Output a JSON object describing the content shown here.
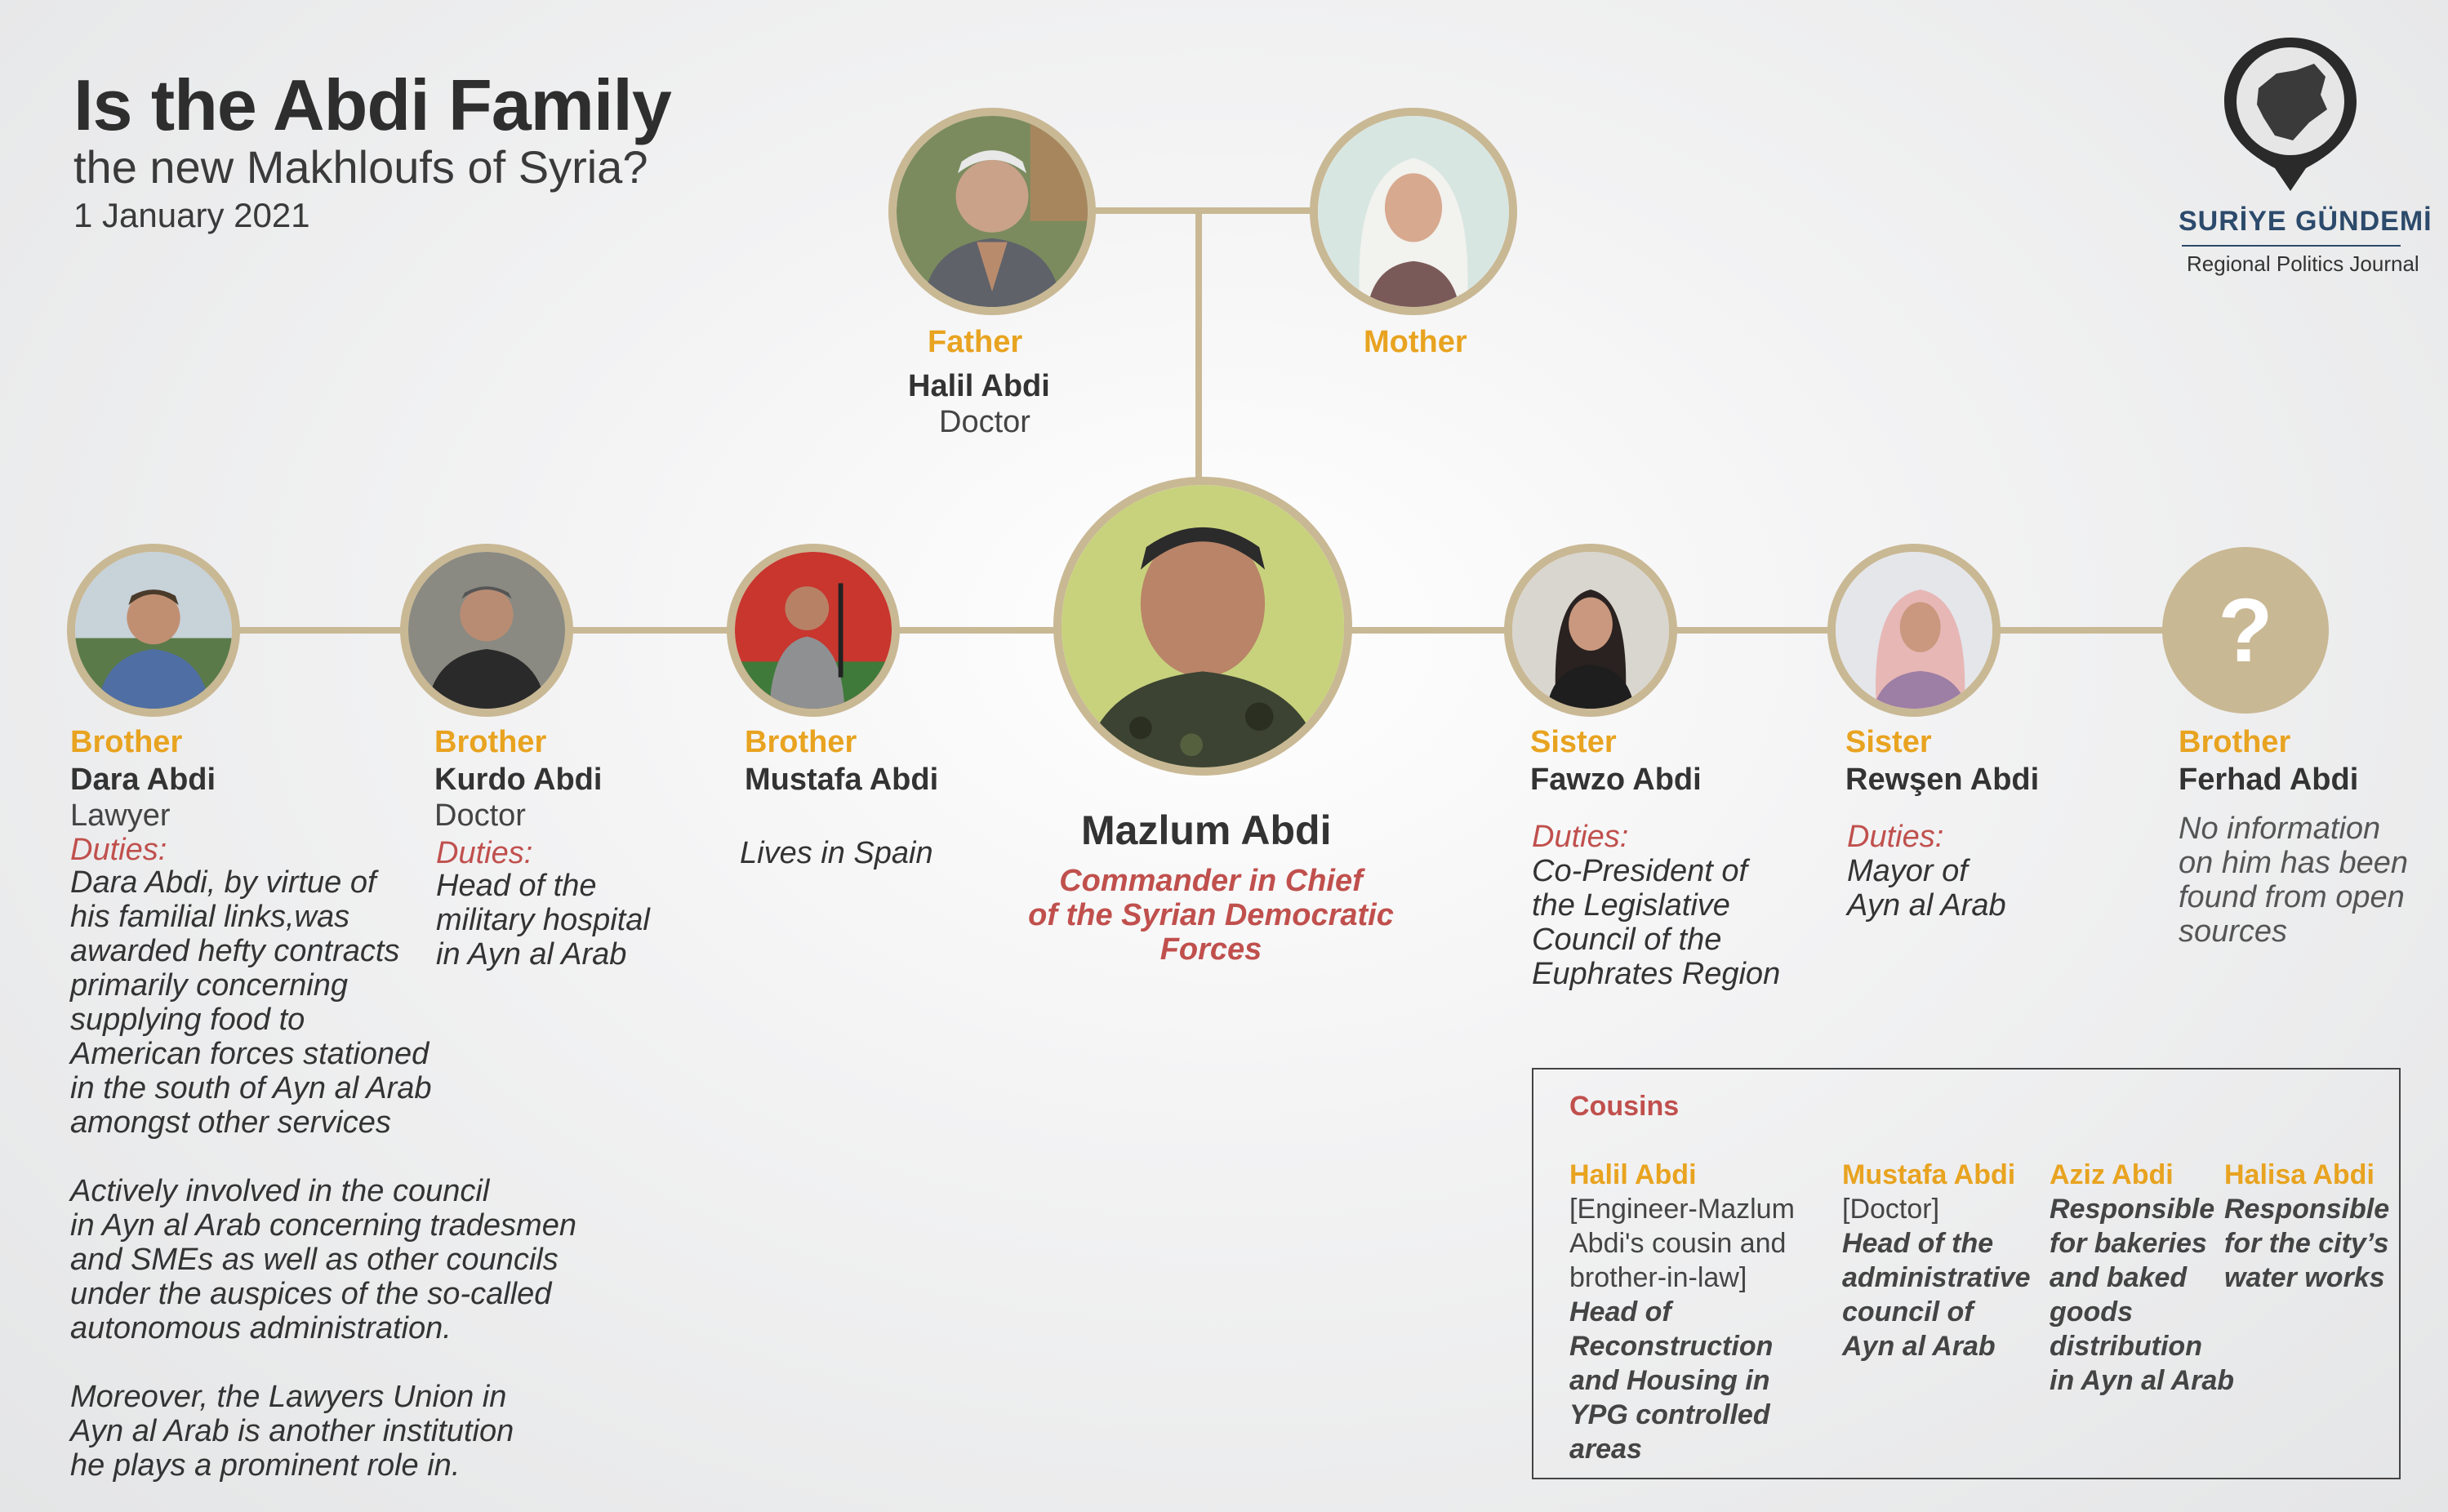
{
  "header": {
    "title": "Is the Abdi Family",
    "subtitle": "the new Makhloufs of Syria?",
    "date": "1 January 2021"
  },
  "logo": {
    "name": "SURİYE GÜNDEMİ",
    "tagline": "Regional Politics Journal"
  },
  "colors": {
    "accent_gold": "#e8a320",
    "accent_red": "#c0504d",
    "connector": "#c9b894"
  },
  "father": {
    "role": "Father",
    "name": "Halil Abdi",
    "job": "Doctor"
  },
  "mother": {
    "role": "Mother"
  },
  "center": {
    "name": "Mazlum Abdi",
    "role": "Commander in Chief\nof the Syrian Democratic\nForces"
  },
  "siblings": {
    "dara": {
      "role": "Brother",
      "name": "Dara Abdi",
      "job": "Lawyer",
      "duties_label": "Duties:",
      "text": "Dara Abdi, by virtue of\nhis familial links,was\nawarded hefty contracts\nprimarily concerning\nsupplying food to\nAmerican forces stationed\nin the south of Ayn al Arab\namongst other services\n\nActively involved in the council\nin Ayn al Arab concerning tradesmen\nand SMEs as well as other councils\nunder the auspices of the so-called\nautonomous administration.\n\nMoreover, the Lawyers Union in\nAyn al Arab is another institution\nhe plays a prominent role in."
    },
    "kurdo": {
      "role": "Brother",
      "name": "Kurdo Abdi",
      "job": "Doctor",
      "duties_label": "Duties:",
      "text": "Head of the\nmilitary hospital\nin Ayn al Arab"
    },
    "mustafa": {
      "role": "Brother",
      "name": "Mustafa Abdi",
      "text": "Lives in Spain"
    },
    "fawzo": {
      "role": "Sister",
      "name": "Fawzo Abdi",
      "duties_label": "Duties:",
      "text": "Co-President of\nthe Legislative\nCouncil of the\nEuphrates Region"
    },
    "rewsen": {
      "role": "Sister",
      "name": "Rewşen Abdi",
      "duties_label": "Duties:",
      "text": "Mayor of\nAyn al Arab"
    },
    "ferhad": {
      "role": "Brother",
      "name": "Ferhad Abdi",
      "unknown_mark": "?",
      "text": "No information\non him has been\nfound from open\nsources"
    }
  },
  "cousins": {
    "heading": "Cousins",
    "items": [
      {
        "name": "Halil Abdi",
        "note": "[Engineer-Mazlum\nAbdi's cousin and\nbrother-in-law]",
        "duty": "Head of\nReconstruction\nand Housing in\nYPG controlled\nareas"
      },
      {
        "name": "Mustafa Abdi",
        "note": "[Doctor]",
        "duty": "Head of the\nadministrative\ncouncil of\nAyn al Arab"
      },
      {
        "name": "Aziz Abdi",
        "note": "",
        "duty": "Responsible\nfor bakeries\nand baked\ngoods\ndistribution\nin Ayn al Arab"
      },
      {
        "name": "Halisa Abdi",
        "note": "",
        "duty": "Responsible\nfor the city’s\nwater works"
      }
    ]
  }
}
